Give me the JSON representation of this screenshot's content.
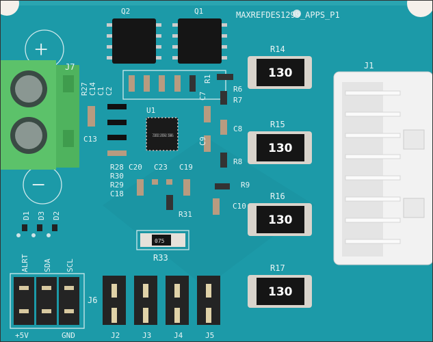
{
  "board": {
    "title": "MAXREFDES1299_APPS_P1",
    "colors": {
      "pcb": "#1c9aa8",
      "terminal": "#5cc26a",
      "connector": "#f2f2f2"
    }
  },
  "ics": [
    {
      "ref": "Q2"
    },
    {
      "ref": "Q1"
    },
    {
      "ref": "U1",
      "marking": "732022 2015A2 1580G"
    }
  ],
  "terminal": {
    "ref": "J7",
    "plus": "+",
    "minus": "−"
  },
  "connector": {
    "ref": "J1"
  },
  "power_resistors": [
    {
      "ref": "R14",
      "value": "130"
    },
    {
      "ref": "R15",
      "value": "130"
    },
    {
      "ref": "R16",
      "value": "130"
    },
    {
      "ref": "R17",
      "value": "130"
    }
  ],
  "sense_resistor": {
    "ref": "R33",
    "value": "075"
  },
  "silk_labels": [
    "R27",
    "C14",
    "C1",
    "C2",
    "R1",
    "R6",
    "R7",
    "C7",
    "C8",
    "C9",
    "C13",
    "R8",
    "R9",
    "R28",
    "C20",
    "C23",
    "C19",
    "R30",
    "R29",
    "C18",
    "R31",
    "C10"
  ],
  "leds": [
    "D1",
    "D3",
    "D2"
  ],
  "header_j6": {
    "ref": "J6",
    "pins": [
      "ALRT",
      "SDA",
      "SCL"
    ],
    "bottom": [
      "+5V",
      "GND"
    ]
  },
  "jumpers": [
    "J2",
    "J3",
    "J4",
    "J5"
  ]
}
